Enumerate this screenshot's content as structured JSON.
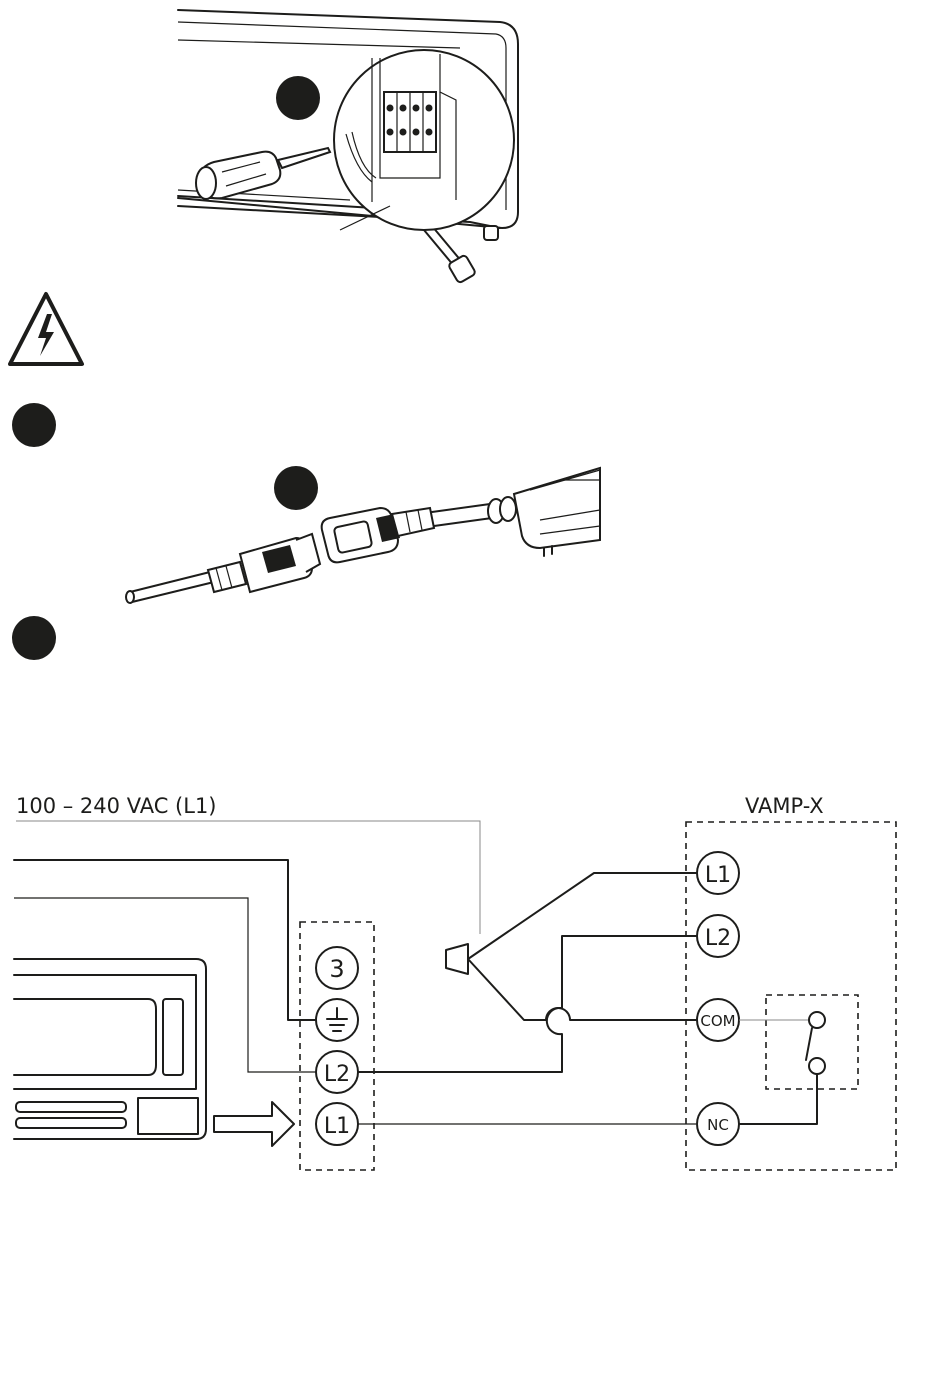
{
  "power_label": "100 – 240 VAC (L1)",
  "device_name": "VAMP-X",
  "terminal_block": {
    "terminals": [
      "3",
      "⏚",
      "L2",
      "L1"
    ]
  },
  "device_terminals": [
    "L1",
    "L2",
    "COM",
    "NC"
  ],
  "icons": {
    "warning": "high-voltage-warning-icon",
    "step_markers": [
      "step-marker-1",
      "step-marker-2",
      "step-marker-3",
      "step-marker-4",
      "step-marker-5"
    ]
  },
  "colors": {
    "ink": "#1d1d1b",
    "thin_wire": "#888888",
    "background": "#ffffff"
  }
}
